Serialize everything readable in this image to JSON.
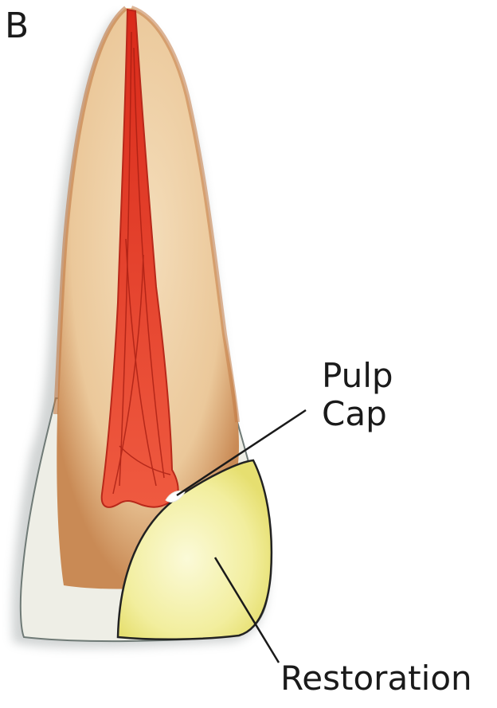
{
  "figure": {
    "panel_letter": "B",
    "labels": {
      "pulp_cap_line1": "Pulp",
      "pulp_cap_line2": "Cap",
      "restoration": "Restoration"
    },
    "colors": {
      "enamel": "#eeeee6",
      "dentin": "#e8caa0",
      "root_edge": "#c8844e",
      "pulp": "#e8402a",
      "pulp_dark": "#b8281a",
      "restoration": "#f1ee9c",
      "restoration_edge": "#222222",
      "leader_line": "#1a1a1a"
    }
  }
}
